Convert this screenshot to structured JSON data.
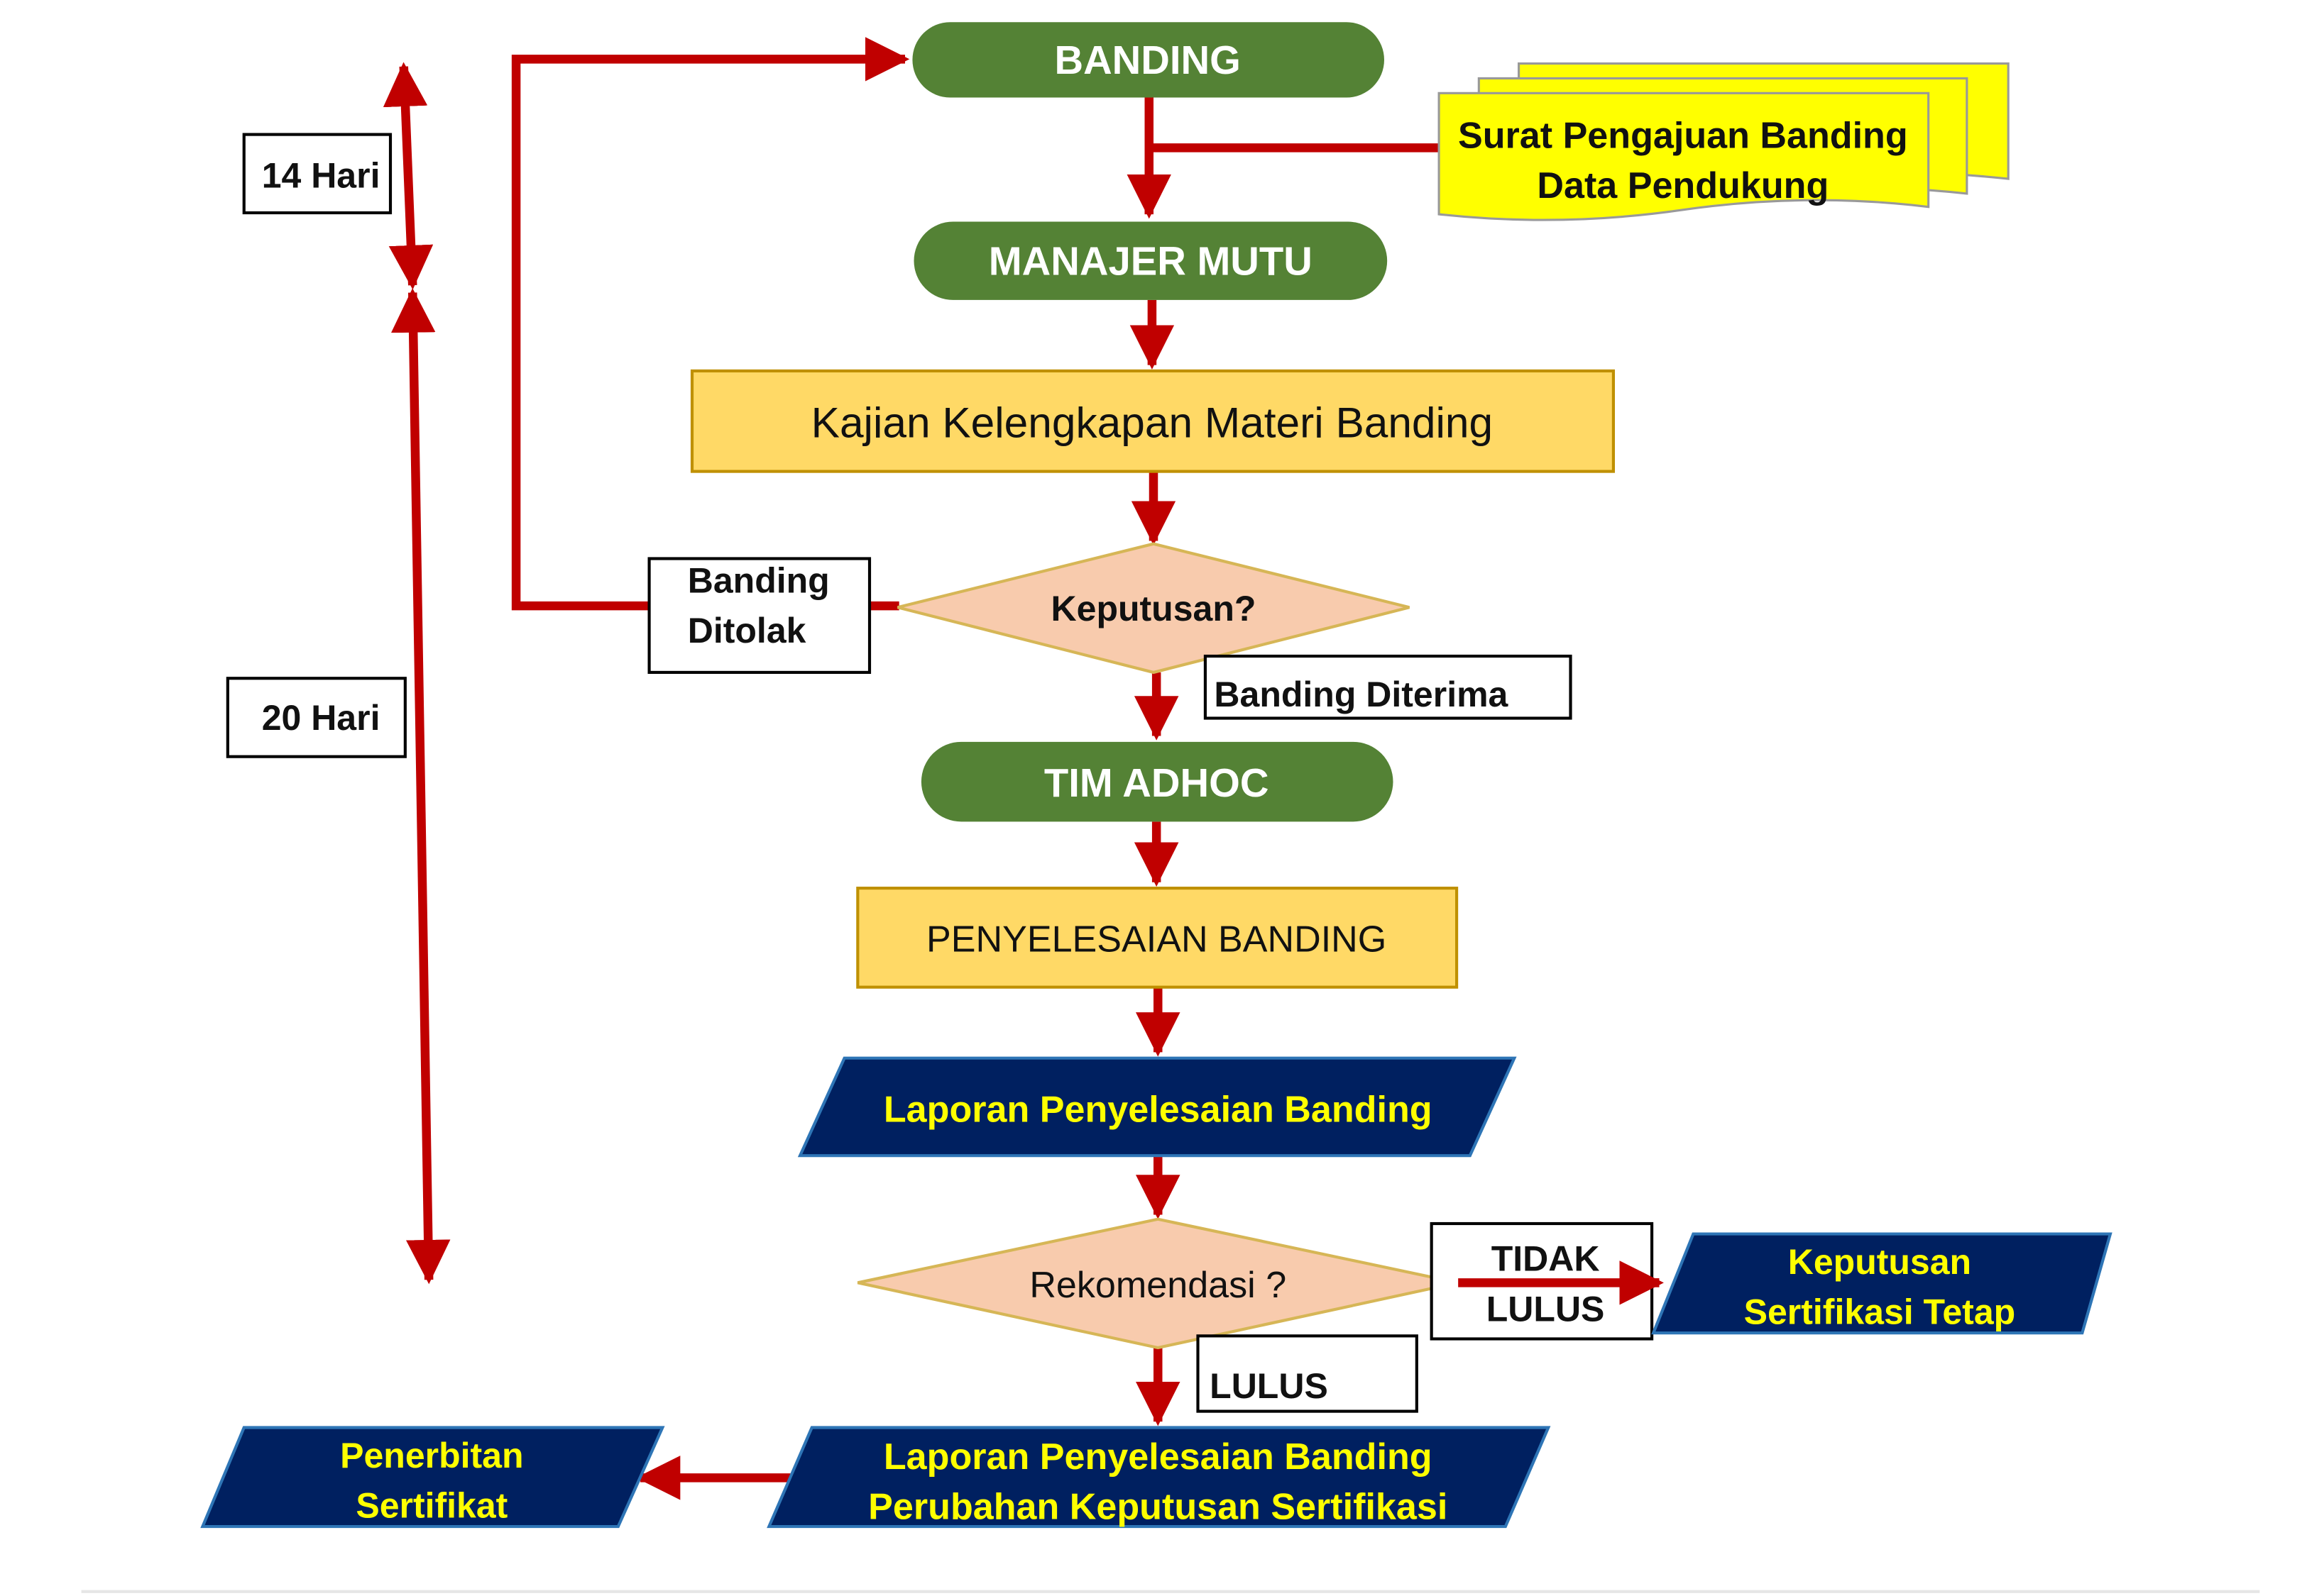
{
  "colors": {
    "arrow": "#c00000",
    "green_pill": "#548235",
    "process_fill": "#ffd966",
    "process_stroke": "#bf9000",
    "decision_fill": "#f8cbad",
    "decision_stroke": "#d6b656",
    "io_fill": "#002060",
    "io_stroke": "#2e75b6",
    "io_text": "#ffff00",
    "doc_fill": "#ffff00",
    "doc_stroke": "#999999"
  },
  "nodes": {
    "banding": "BANDING",
    "manajer_mutu": "MANAJER MUTU",
    "kajian": "Kajian Kelengkapan Materi Banding",
    "keputusan": "Keputusan?",
    "tim_adhoc": "TIM ADHOC",
    "penyelesaian": "PENYELESAIAN BANDING",
    "laporan_1": "Laporan Penyelesaian Banding",
    "rekomendasi": "Rekomendasi ?",
    "laporan_2_line1": "Laporan Penyelesaian Banding",
    "laporan_2_line2": "Perubahan Keputusan Sertifikasi",
    "keputusan_tetap_line1": "Keputusan",
    "keputusan_tetap_line2": "Sertifikasi Tetap",
    "penerbitan_line1": "Penerbitan",
    "penerbitan_line2": "Sertifikat"
  },
  "document": {
    "line1": "Surat Pengajuan Banding",
    "line2": "Data Pendukung"
  },
  "labels": {
    "banding_ditolak_line1": "Banding",
    "banding_ditolak_line2": "Ditolak",
    "banding_diterima": "Banding Diterima",
    "tidak_lulus_line1": "TIDAK",
    "tidak_lulus_line2": "LULUS",
    "lulus": "LULUS"
  },
  "timeline": {
    "duration_1": "14 Hari",
    "duration_2": "20 Hari"
  }
}
